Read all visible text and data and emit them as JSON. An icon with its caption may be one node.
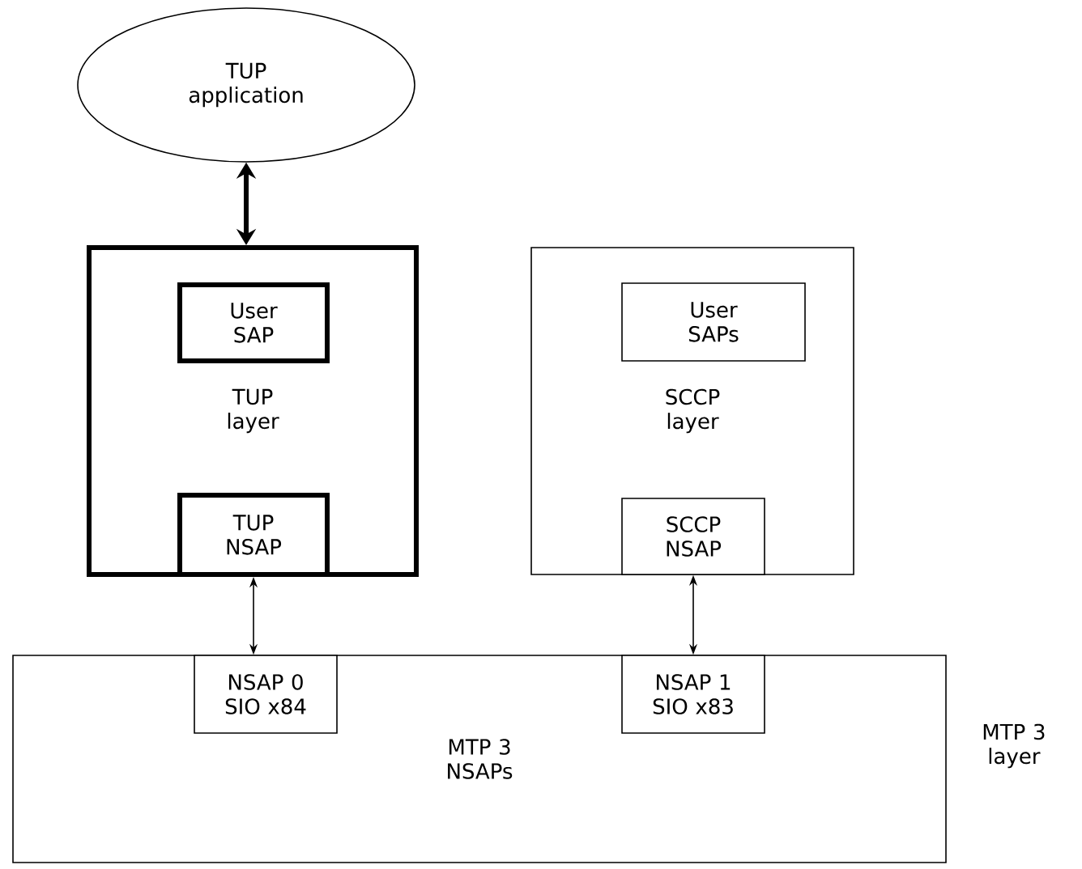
{
  "diagram": {
    "nodes": [
      {
        "text": [
          "TUP application"
        ]
      },
      {
        "text": [
          "TUP layer"
        ]
      },
      {
        "text": [
          "User SAP"
        ],
        "in": 1
      },
      {
        "text": [
          "TUP NSAP"
        ],
        "in": 1
      },
      {
        "text": [
          "SCCP layer"
        ]
      },
      {
        "text": [
          "User SAPs"
        ],
        "in": 4
      },
      {
        "text": [
          "SCCP NSAP"
        ],
        "in": 4
      },
      {
        "text": [
          "MTP 3 NSAPs"
        ],
        "beside": [
          "MTP 3 layer"
        ]
      },
      {
        "text": [
          "NSAP 0 SIO x84"
        ],
        "in": 7
      },
      {
        "text": [
          "NSAP 1 SIO x83"
        ],
        "in": 7
      }
    ],
    "edges": [
      {
        "from": 0,
        "to": 1,
        "arrow": "both",
        "style": "thick"
      },
      {
        "from": 3,
        "to": 8,
        "arrow": "both"
      },
      {
        "from": 6,
        "to": 9,
        "arrow": "both"
      }
    ]
  }
}
